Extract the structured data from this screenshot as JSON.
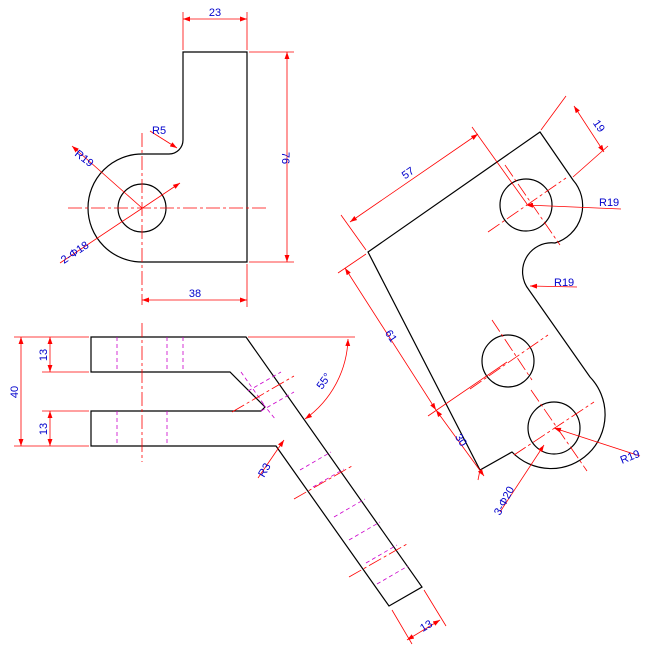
{
  "colors": {
    "outline": "#000000",
    "dimension": "#ff0000",
    "centerline": "#ff0000",
    "text": "#0000cc",
    "hidden": "#cc00cc"
  },
  "top_view": {
    "width_top": "23",
    "height": "76",
    "fillet": "R5",
    "arc_radius": "R19",
    "hole": "2-Φ18",
    "width_bottom": "38"
  },
  "front_view": {
    "total": "40",
    "upper": "13",
    "lower": "13",
    "angle": "55°",
    "bend": "R3",
    "thickness": "13"
  },
  "aux_view": {
    "width_top": "19",
    "length_top": "57",
    "r_upper": "R19",
    "r_concave": "R19",
    "r_lower": "R19",
    "length_side": "61",
    "offset": "30",
    "holes": "3-Φ20"
  }
}
